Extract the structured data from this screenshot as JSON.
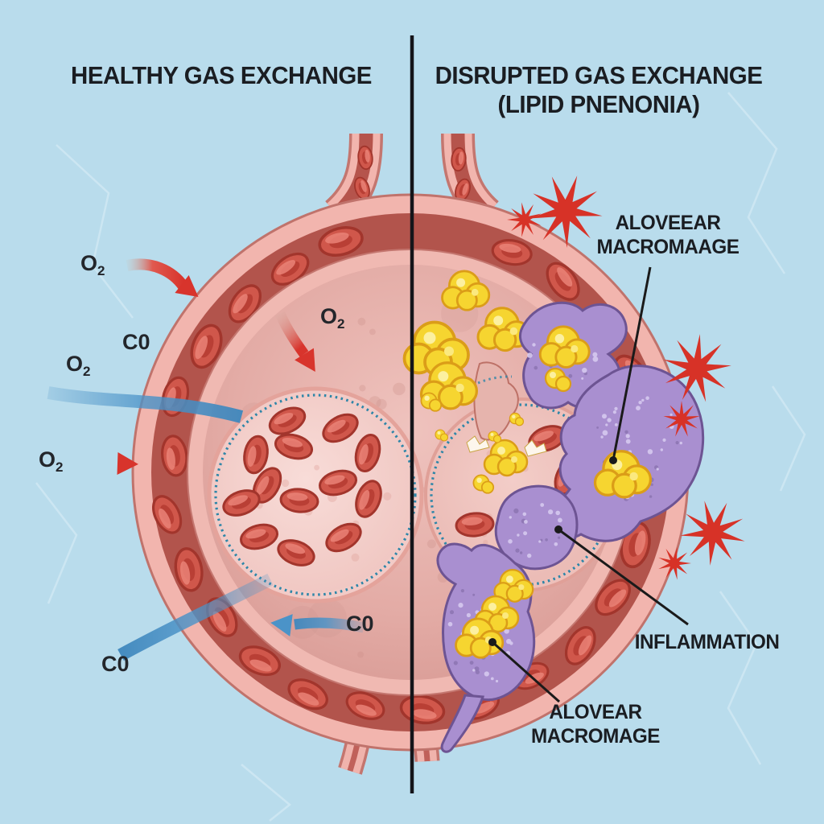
{
  "figure": {
    "kind": "medical illustration",
    "subject": "alveolar gas exchange comparison, healthy vs lipid pneumonia"
  },
  "titles": {
    "left": "HEALTHY GAS EXCHANGE",
    "right": "DISRUPTED GAS EXCHANGE",
    "right_sub": "(LIPID PNENONIA)"
  },
  "gas": {
    "o2_base": "O",
    "o2_sub": "2",
    "co": "C0"
  },
  "annotations": {
    "macrophage_top_line1": "ALOVEEAR",
    "macrophage_top_line2": "MACROMAAGE",
    "inflammation": "INFLAMMATION",
    "macrophage_bottom_line1": "ALOVEAR",
    "macrophage_bottom_line2": "MACROMAGE"
  },
  "colors": {
    "background": "#b9dcec",
    "divider": "#15151a",
    "text": "#1a1d22",
    "outer_wall": "#f2b5ae",
    "capillary_band": "#b2544c",
    "red_blood_cell": "#d0574b",
    "alveolus_interior": "#e3aba5",
    "capillary_cross_section": "#f4d0cb",
    "membrane_dots": "#2e86a8",
    "lipid_droplet": "#f6d530",
    "macrophage": "#a98fd0",
    "inflammation_burst": "#d73227",
    "o2_arrow": "#d8342c",
    "co2_arrow": "#4b93c8"
  }
}
